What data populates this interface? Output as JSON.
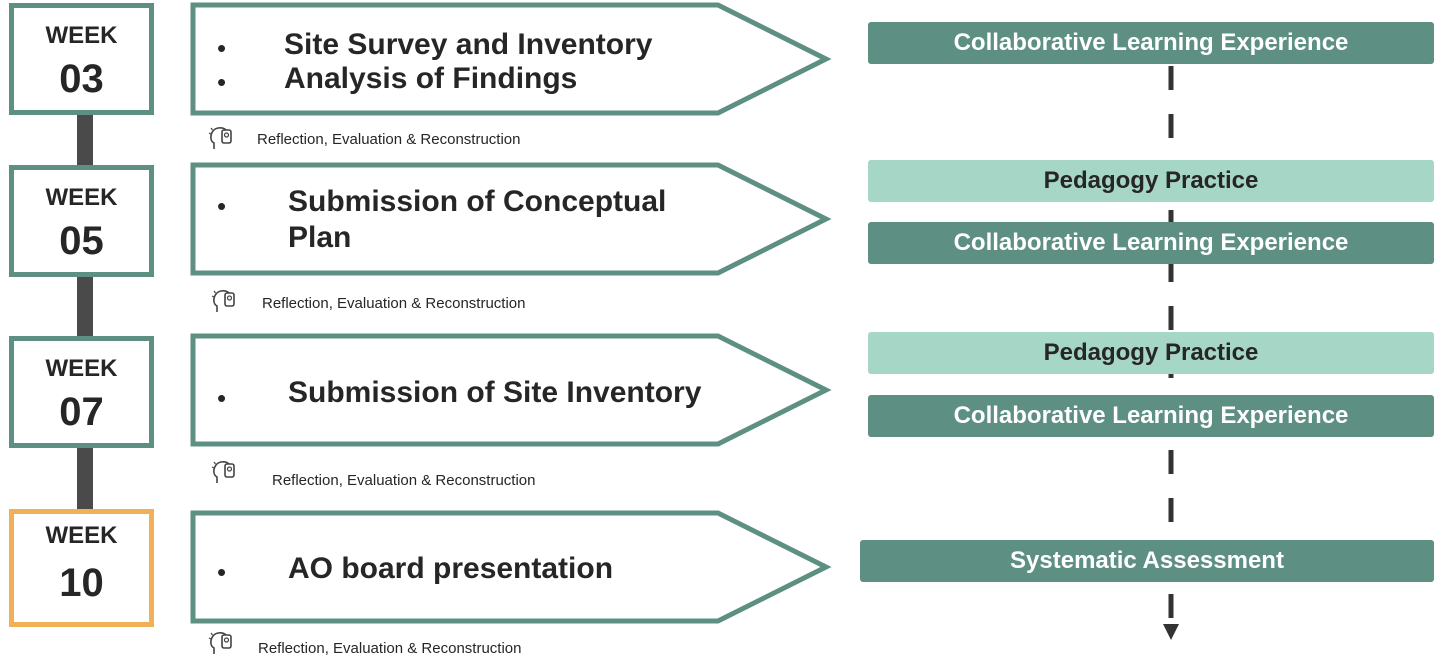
{
  "colors": {
    "box_border": "#5e8f83",
    "highlight_border": "#f2b056",
    "dark_bar": "#5e8f83",
    "light_bar": "#a6d6c5",
    "spine": "#4a4a4a"
  },
  "weeks": [
    {
      "label": "WEEK",
      "number": "03",
      "items": [
        "Site Survey and Inventory",
        "Analysis of Findings"
      ],
      "reflection": "Reflection, Evaluation & Reconstruction"
    },
    {
      "label": "WEEK",
      "number": "05",
      "items": [
        "Submission of Conceptual",
        "Plan"
      ],
      "reflection": "Reflection, Evaluation & Reconstruction"
    },
    {
      "label": "WEEK",
      "number": "07",
      "items": [
        "Submission of Site Inventory"
      ],
      "reflection": "Reflection, Evaluation & Reconstruction"
    },
    {
      "label": "WEEK",
      "number": "10",
      "items": [
        "AO board presentation"
      ],
      "reflection": "Reflection, Evaluation & Reconstruction"
    }
  ],
  "bullet_char": "•",
  "right_bars": [
    {
      "text": "Collaborative Learning Experience",
      "style": "dark"
    },
    {
      "text": "Pedagogy Practice",
      "style": "light"
    },
    {
      "text": "Collaborative Learning Experience",
      "style": "dark"
    },
    {
      "text": "Pedagogy Practice",
      "style": "light"
    },
    {
      "text": "Collaborative Learning Experience",
      "style": "dark"
    },
    {
      "text": "Systematic Assessment",
      "style": "dark"
    }
  ]
}
